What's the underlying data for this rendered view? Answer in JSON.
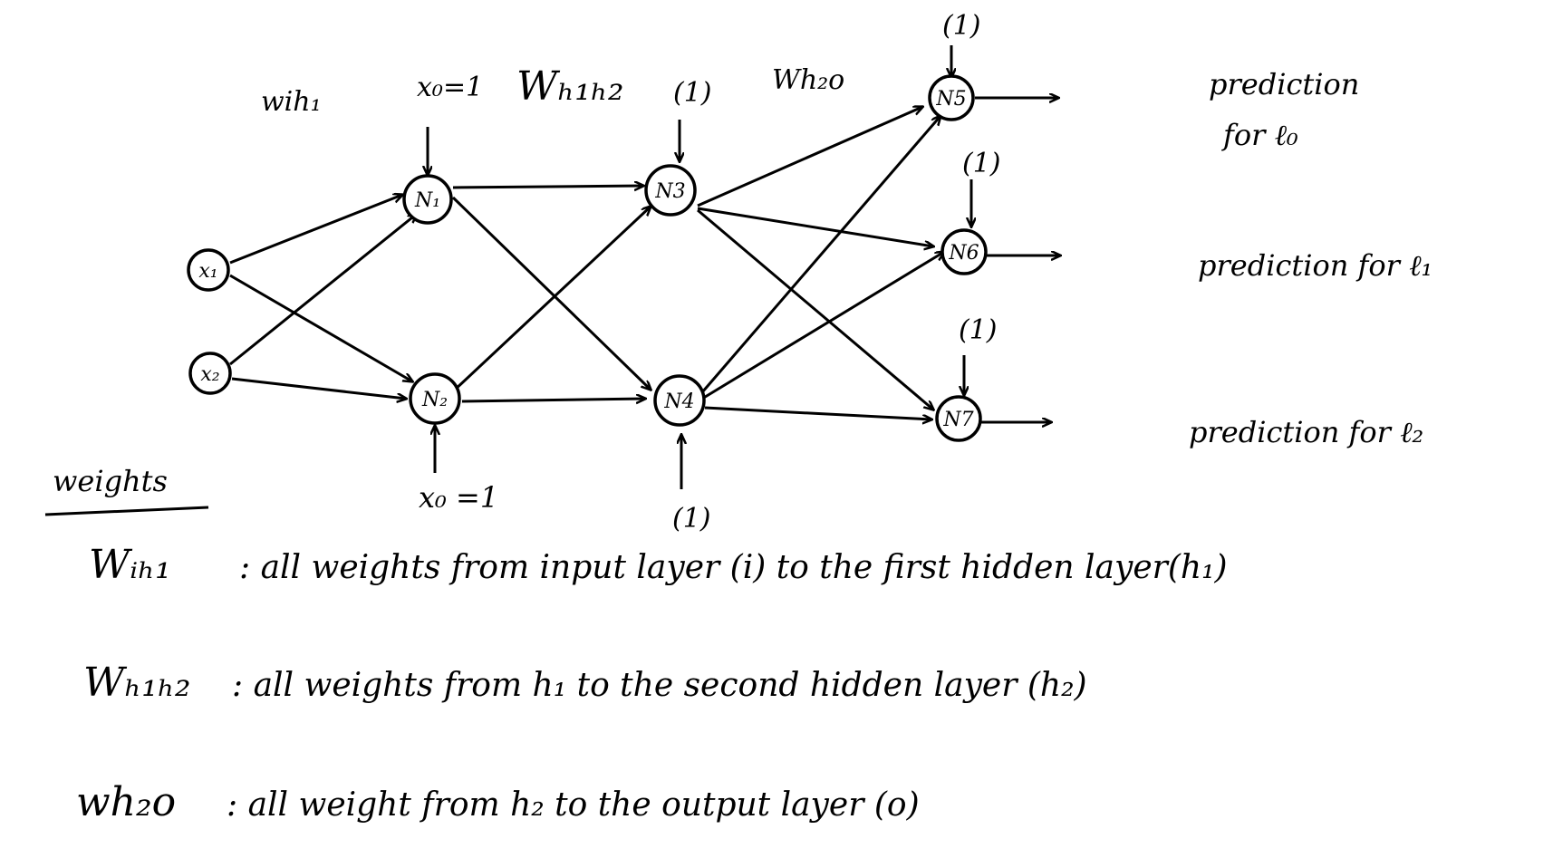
{
  "nodes": {
    "x1": "x₁",
    "x2": "x₂",
    "n1": "N₁",
    "n2": "N₂",
    "n3": "N3",
    "n4": "N4",
    "n5": "N5",
    "n6": "N6",
    "n7": "N7"
  },
  "layer_labels": {
    "wih1": "wih₁",
    "wh1h2": "Wₕ₁ₕ₂",
    "wh2o": "Wh₂o"
  },
  "bias_labels": {
    "n1": "x₀=1",
    "n2": "x₀ =1",
    "n3": "(1)",
    "n4": "(1)",
    "n5": "(1)",
    "n6": "(1)",
    "n7": "(1)"
  },
  "outputs": {
    "l0_line1": "prediction",
    "l0_line2": "for ℓ₀",
    "l1": "prediction for ℓ₁",
    "l2": "prediction for ℓ₂"
  },
  "legend": {
    "heading": "weights",
    "row1_symbol": "Wᵢₕ₁",
    "row1_text": ": all  weights  from  input layer (i)  to  the  first  hidden  layer(h₁)",
    "row2_symbol": "Wₕ₁ₕ₂",
    "row2_text": ": all  weights  from  h₁  to  the  second  hidden  layer  (h₂)",
    "row3_symbol": "wh₂o",
    "row3_text": ": all   weight  from  h₂ to  the  output  layer  (o)"
  }
}
